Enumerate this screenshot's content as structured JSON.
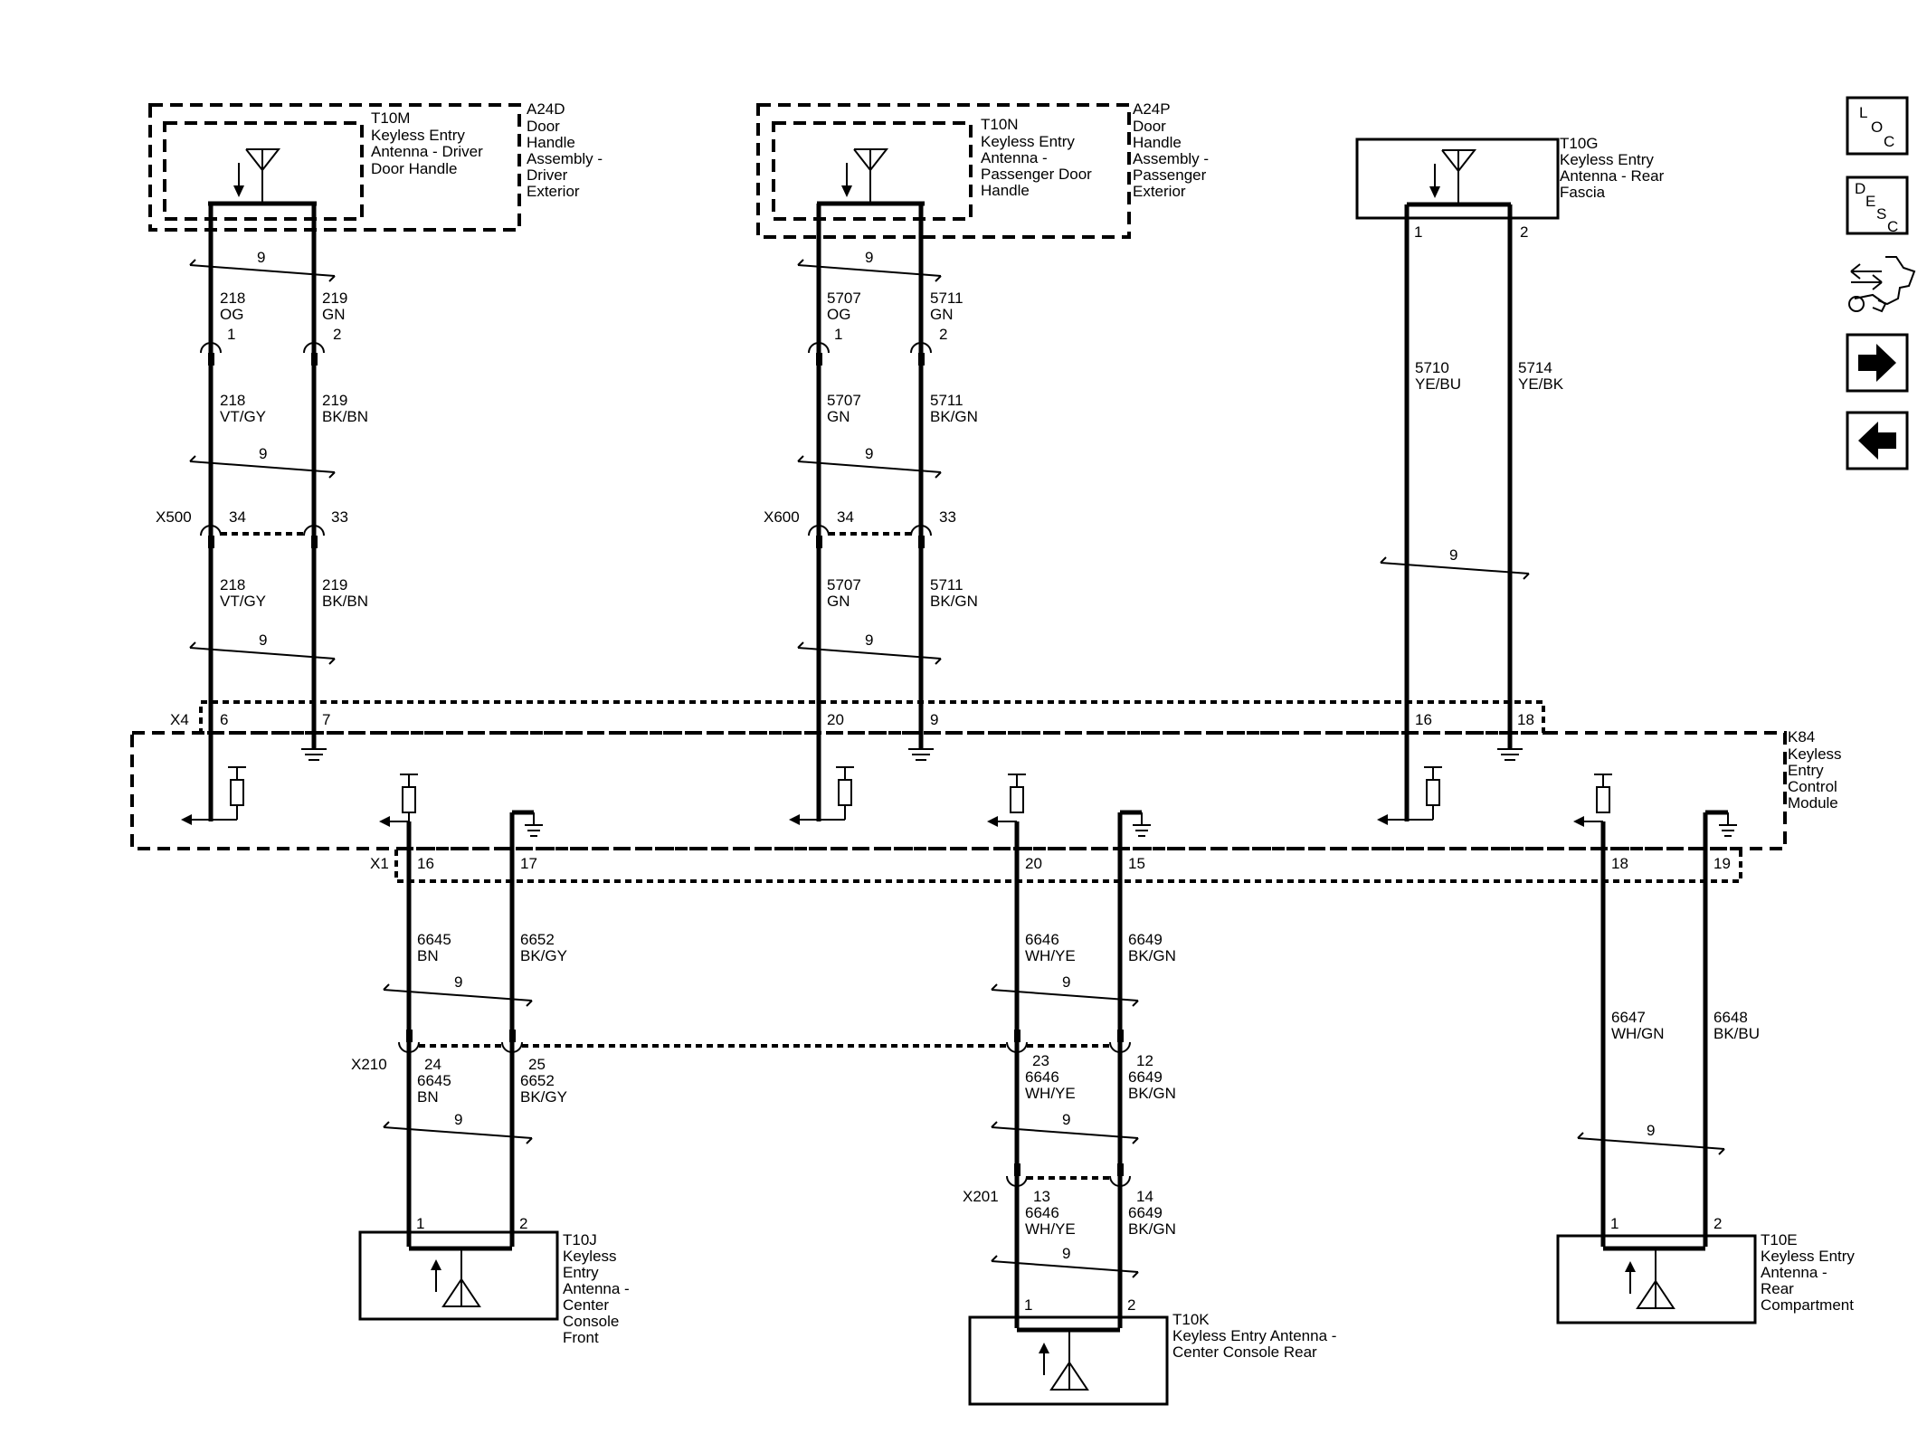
{
  "components": {
    "t10m": {
      "lines": [
        "T10M",
        "Keyless Entry",
        "Antenna - Driver",
        "Door Handle"
      ]
    },
    "a24d": {
      "lines": [
        "A24D",
        "Door",
        "Handle",
        "Assembly -",
        "Driver",
        "Exterior"
      ]
    },
    "t10n": {
      "lines": [
        "T10N",
        "Keyless Entry",
        "Antenna -",
        "Passenger Door",
        "Handle"
      ]
    },
    "a24p": {
      "lines": [
        "A24P",
        "Door",
        "Handle",
        "Assembly -",
        "Passenger",
        "Exterior"
      ]
    },
    "t10g": {
      "lines": [
        "T10G",
        "Keyless Entry",
        "Antenna - Rear",
        "Fascia"
      ]
    },
    "k84": {
      "lines": [
        "K84",
        "Keyless",
        "Entry",
        "Control",
        "Module"
      ]
    },
    "t10j": {
      "lines": [
        "T10J",
        "Keyless",
        "Entry",
        "Antenna -",
        "Center",
        "Console",
        "Front"
      ]
    },
    "t10k": {
      "lines": [
        "T10K",
        "Keyless Entry Antenna -",
        "Center Console Rear"
      ]
    },
    "t10e": {
      "lines": [
        "T10E",
        "Keyless Entry",
        "Antenna -",
        "Rear",
        "Compartment"
      ]
    }
  },
  "connectors": {
    "x500": "X500",
    "x600": "X600",
    "x4": "X4",
    "x1": "X1",
    "x210": "X210",
    "x201": "X201"
  },
  "pins": {
    "t10m": [
      "1",
      "2"
    ],
    "x500": [
      "34",
      "33"
    ],
    "x4_a": [
      "6",
      "7"
    ],
    "t10n": [
      "1",
      "2"
    ],
    "x600": [
      "34",
      "33"
    ],
    "x4_b": [
      "20",
      "9"
    ],
    "t10g": [
      "1",
      "2"
    ],
    "x4_c": [
      "16",
      "18"
    ],
    "x1_a": [
      "16",
      "17"
    ],
    "x1_b": [
      "20",
      "15"
    ],
    "x1_c": [
      "18",
      "19"
    ],
    "x210_a": [
      "24",
      "25"
    ],
    "x210_b": [
      "23",
      "12"
    ],
    "x201": [
      "13",
      "14"
    ],
    "t10j": [
      "1",
      "2"
    ],
    "t10k": [
      "1",
      "2"
    ],
    "t10e": [
      "1",
      "2"
    ]
  },
  "twist": "9",
  "wires": {
    "d1a": [
      "218",
      "OG"
    ],
    "d2a": [
      "219",
      "GN"
    ],
    "d1b": [
      "218",
      "VT/GY"
    ],
    "d2b": [
      "219",
      "BK/BN"
    ],
    "d1c": [
      "218",
      "VT/GY"
    ],
    "d2c": [
      "219",
      "BK/BN"
    ],
    "p1a": [
      "5707",
      "OG"
    ],
    "p2a": [
      "5711",
      "GN"
    ],
    "p1b": [
      "5707",
      "GN"
    ],
    "p2b": [
      "5711",
      "BK/GN"
    ],
    "p1c": [
      "5707",
      "GN"
    ],
    "p2c": [
      "5711",
      "BK/GN"
    ],
    "r1": [
      "5710",
      "YE/BU"
    ],
    "r2": [
      "5714",
      "YE/BK"
    ],
    "j1a": [
      "6645",
      "BN"
    ],
    "j2a": [
      "6652",
      "BK/GY"
    ],
    "j1b": [
      "6645",
      "BN"
    ],
    "j2b": [
      "6652",
      "BK/GY"
    ],
    "k1a": [
      "6646",
      "WH/YE"
    ],
    "k2a": [
      "6649",
      "BK/GN"
    ],
    "k1b": [
      "6646",
      "WH/YE"
    ],
    "k2b": [
      "6649",
      "BK/GN"
    ],
    "k1c": [
      "6646",
      "WH/YE"
    ],
    "k2c": [
      "6649",
      "BK/GN"
    ],
    "e1": [
      "6647",
      "WH/GN"
    ],
    "e2": [
      "6648",
      "BK/BU"
    ]
  },
  "nav": {
    "loc": [
      "L",
      "O",
      "C"
    ],
    "desc": [
      "D",
      "E",
      "S",
      "C"
    ],
    "icons": [
      "connector-wrench-icon",
      "arrow-right-icon",
      "arrow-left-icon"
    ]
  }
}
